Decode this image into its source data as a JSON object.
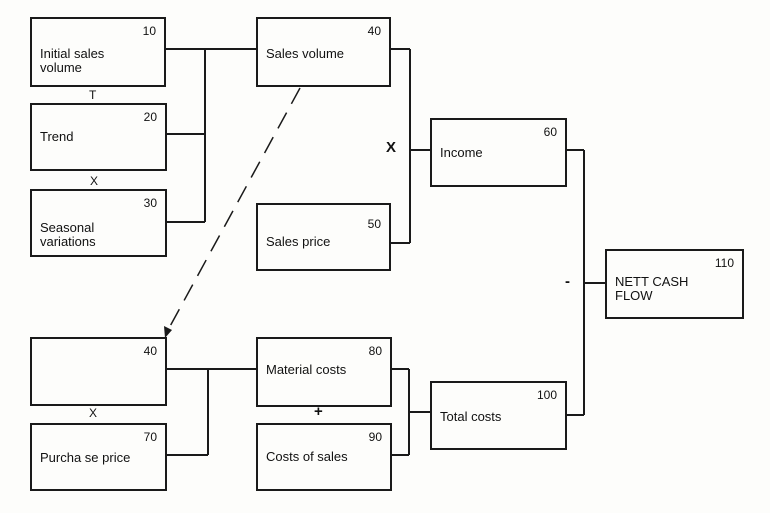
{
  "boxes": {
    "initial_sales_volume": {
      "number": "10",
      "label": "Initial sales\nvolume"
    },
    "trend": {
      "number": "20",
      "label": "Trend"
    },
    "seasonal_variations": {
      "number": "30",
      "label": "Seasonal\nvariations"
    },
    "sales_volume": {
      "number": "40",
      "label": "Sales volume"
    },
    "sales_price": {
      "number": "50",
      "label": "Sales price"
    },
    "income": {
      "number": "60",
      "label": "Income"
    },
    "volume_copy": {
      "number": "40",
      "label": ""
    },
    "purchase_price": {
      "number": "70",
      "label": "Purcha se price"
    },
    "material_costs": {
      "number": "80",
      "label": "Material costs"
    },
    "costs_of_sales": {
      "number": "90",
      "label": "Costs of sales"
    },
    "total_costs": {
      "number": "100",
      "label": "Total costs"
    },
    "nett_cash_flow": {
      "number": "110",
      "label": "NETT CASH\nFLOW"
    }
  },
  "operators": {
    "trend_op": "T",
    "seasonal_op": "X",
    "income_op": "X",
    "cash_flow_op": "-",
    "purchase_op": "X",
    "costs_op": "+"
  }
}
